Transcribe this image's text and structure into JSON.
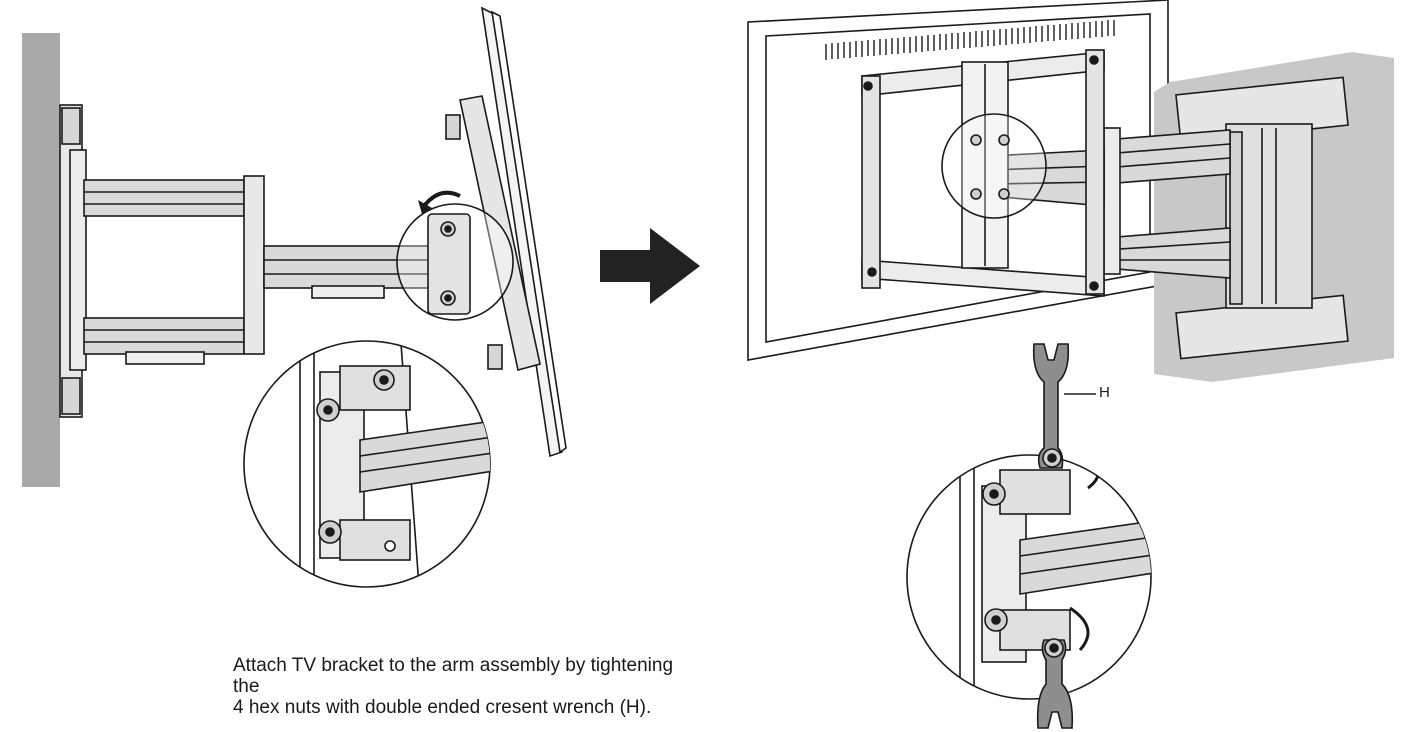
{
  "caption": {
    "line1": "Attach TV bracket to the arm assembly by tightening the",
    "line2": "4 hex nuts with double ended cresent wrench (H)."
  },
  "callout": {
    "label": "H"
  },
  "colors": {
    "wall": "#a9a9a9",
    "outline": "#1a1a1a",
    "arm_fill": "#d9d9d9",
    "block_fill": "#c8c8c8",
    "arrow": "#222222"
  },
  "icons": {
    "direction": "arrow-right-icon",
    "rotation": "curved-arrow-icon",
    "tool": "wrench-icon"
  }
}
